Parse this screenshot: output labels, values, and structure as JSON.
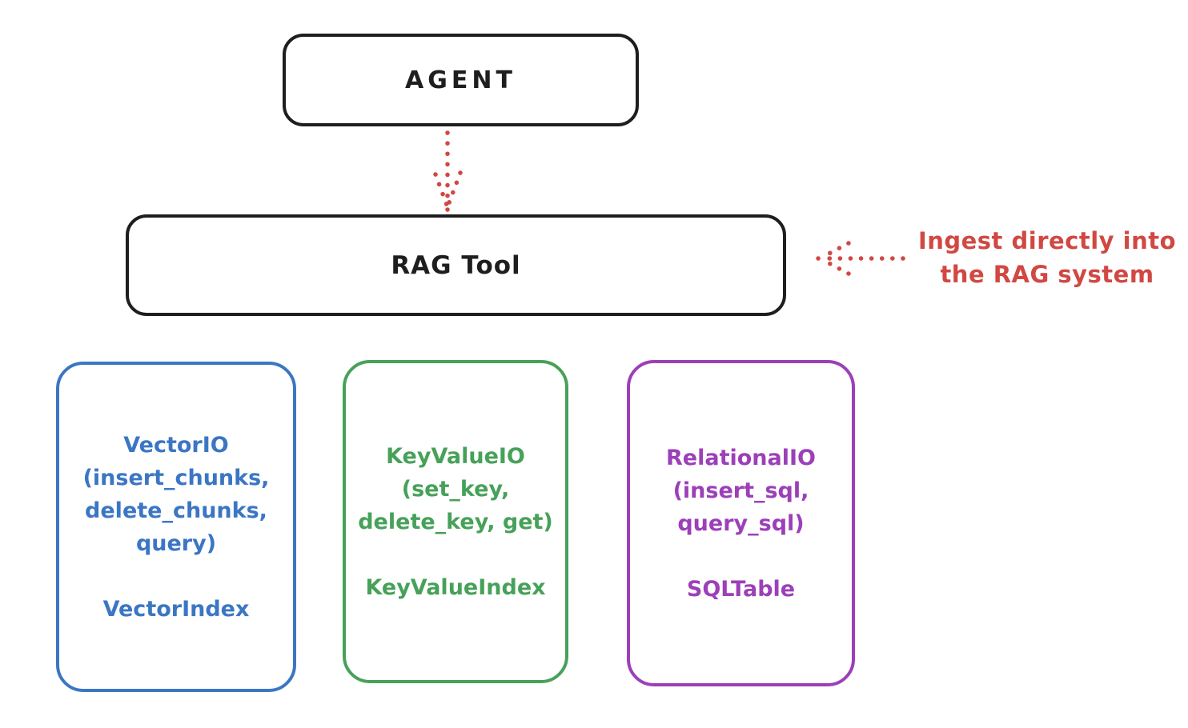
{
  "colors": {
    "ink": "#1e1e1e",
    "red": "#d14843",
    "blue": "#3b76c4",
    "green": "#47a159",
    "purple": "#9c3fb8"
  },
  "agent": {
    "label": "AGENT"
  },
  "rag_tool": {
    "label": "RAG Tool"
  },
  "annotation": {
    "line1": "Ingest directly into",
    "line2": "the RAG system"
  },
  "backends": [
    {
      "id": "vector-io",
      "color": "#3b76c4",
      "title_lines": [
        "VectorIO",
        "(insert_chunks,",
        "delete_chunks,",
        "query)"
      ],
      "index_label": "VectorIndex"
    },
    {
      "id": "keyvalue-io",
      "color": "#47a159",
      "title_lines": [
        "KeyValueIO",
        "(set_key,",
        "delete_key, get)"
      ],
      "index_label": "KeyValueIndex"
    },
    {
      "id": "relational-io",
      "color": "#9c3fb8",
      "title_lines": [
        "RelationalIO",
        "(insert_sql,",
        "query_sql)"
      ],
      "index_label": "SQLTable"
    }
  ]
}
